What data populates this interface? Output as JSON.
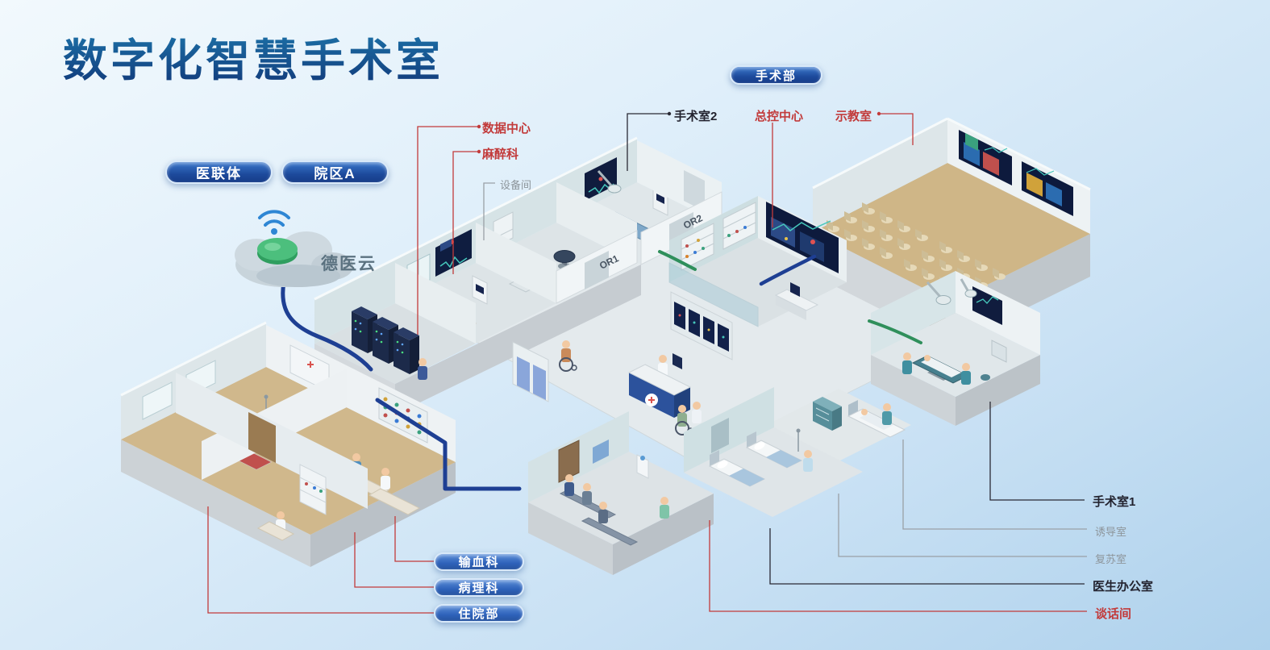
{
  "title": "数字化智慧手术室",
  "header_tags": {
    "alliance": "医联体",
    "campus": "院区A"
  },
  "cloud": {
    "name": "德医云"
  },
  "department_tag": "手术部",
  "annotations": {
    "data_center": "数据中心",
    "anesthesiology": "麻醉科",
    "equipment_room": "设备间",
    "operating_room_2": "手术室2",
    "master_control_center": "总控中心",
    "demonstration_room": "示教室",
    "operating_room_1": "手术室1",
    "induction_room": "诱导室",
    "recovery_room": "复苏室",
    "doctors_office": "医生办公室",
    "talk_room": "谈话间"
  },
  "bottom_tags": {
    "blood_transfusion": "输血科",
    "pathology": "病理科",
    "inpatient": "住院部"
  },
  "room_door_labels": {
    "or1": "OR1",
    "or2": "OR2"
  },
  "colors": {
    "cable_navy": "#1e3f93",
    "cable_green": "#2f8f5b",
    "label_red": "#c23b3b",
    "label_gray": "#8d959b",
    "label_dark": "#23232f",
    "pill_blue": "#1d4a9c"
  }
}
